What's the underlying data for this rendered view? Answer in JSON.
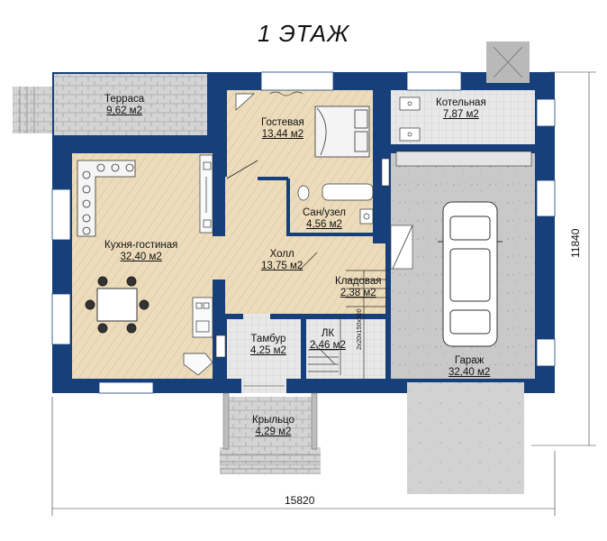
{
  "title": "1 ЭТАЖ",
  "colors": {
    "wall": "#173f7a",
    "wood": "#e9d8b8",
    "stone": "#d9d9d9",
    "concrete": "#c8c8c8",
    "tile": "#e3e3e3",
    "window": "#ffffff"
  },
  "rooms": [
    {
      "name": "Терраса",
      "area": "9,62 м2"
    },
    {
      "name": "Гостевая",
      "area": "13,44 м2"
    },
    {
      "name": "Котельная",
      "area": "7,87 м2"
    },
    {
      "name": "Сан/узел",
      "area": "4,56 м2"
    },
    {
      "name": "Кухня-гостиная",
      "area": "32,40 м2"
    },
    {
      "name": "Холл",
      "area": "13,75 м2"
    },
    {
      "name": "Кладовая",
      "area": "2,38 м2"
    },
    {
      "name": "Тамбур",
      "area": "4,25 м2"
    },
    {
      "name": "ЛК",
      "area": "2,46 м2"
    },
    {
      "name": "Гараж",
      "area": "32,40 м2"
    },
    {
      "name": "Крыльцо",
      "area": "4,29 м2"
    }
  ],
  "dimensions": {
    "width": "15820",
    "depth": "11840"
  },
  "stair_note": "2x20x150x300"
}
